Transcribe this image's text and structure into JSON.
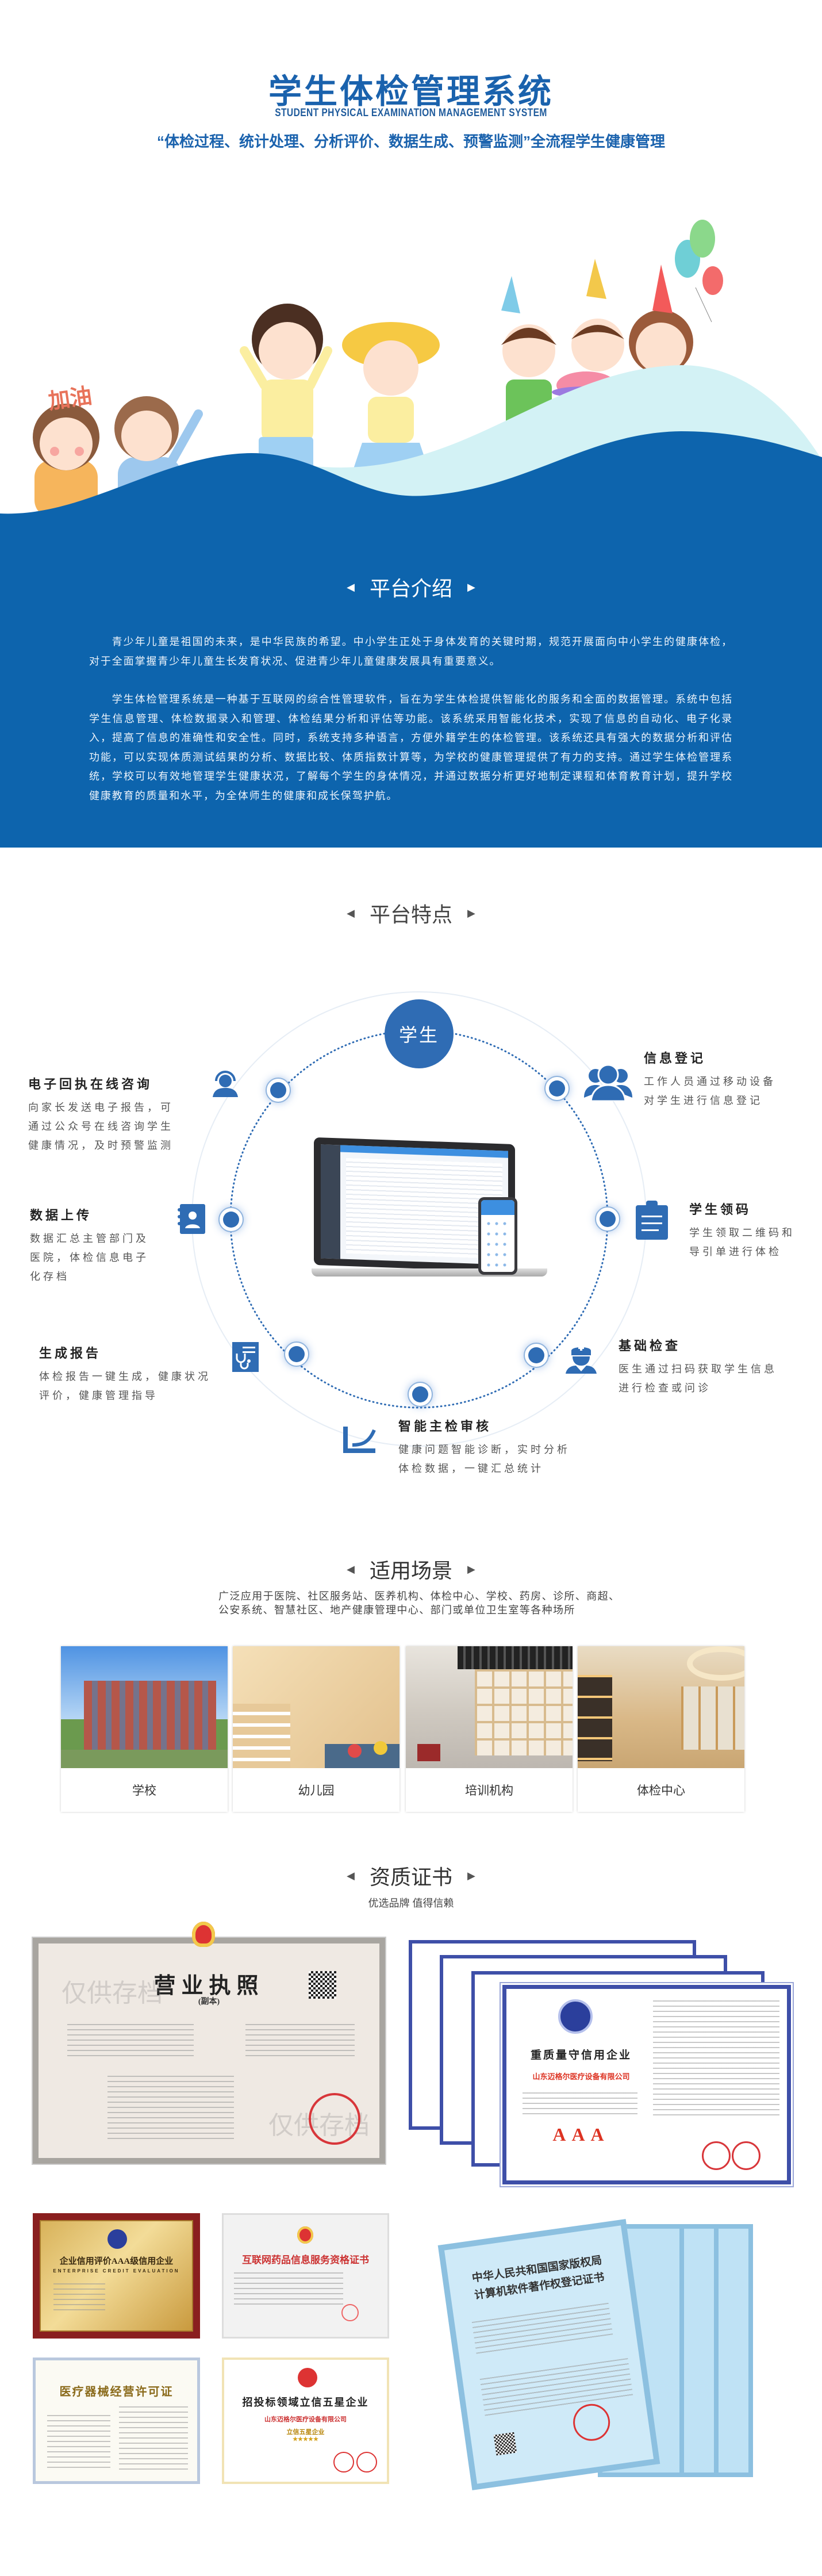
{
  "header": {
    "title": "学生体检管理系统",
    "subtitle_en": "STUDENT PHYSICAL EXAMINATION MANAGEMENT SYSTEM",
    "tagline": "“体检过程、统计处理、分析评价、数据生成、预警监测”全流程学生健康管理"
  },
  "hero": {
    "cheer_text": "加油"
  },
  "colors": {
    "primary": "#0d64ad",
    "icon_blue": "#2f6cb4",
    "wave_light": "#d3f2f5"
  },
  "intro": {
    "heading": "平台介绍",
    "paragraphs": [
      "青少年儿童是祖国的未来，是中华民族的希望。中小学生正处于身体发育的关键时期，规范开展面向中小学生的健康体检，对于全面掌握青少年儿童生长发育状况、促进青少年儿童健康发展具有重要意义。",
      "学生体检管理系统是一种基于互联网的综合性管理软件，旨在为学生体检提供智能化的服务和全面的数据管理。系统中包括学生信息管理、体检数据录入和管理、体检结果分析和评估等功能。该系统采用智能化技术，实现了信息的自动化、电子化录入，提高了信息的准确性和安全性。同时，系统支持多种语言，方便外籍学生的体检管理。该系统还具有强大的数据分析和评估功能，可以实现体质测试结果的分析、数据比较、体质指数计算等，为学校的健康管理提供了有力的支持。通过学生体检管理系统，学校可以有效地管理学生健康状况，了解每个学生的身体情况，并通过数据分析更好地制定课程和体育教育计划，提升学校健康教育的质量和水平，为全体师生的健康和成长保驾护航。"
    ]
  },
  "features": {
    "heading": "平台特点",
    "center_label": "学生",
    "items": [
      {
        "icon": "headset-icon",
        "title": "电子回执在线咨询",
        "lines": [
          "向家长发送电子报告，可",
          "通过公众号在线咨询学生",
          "健康情况，及时预警监测"
        ]
      },
      {
        "icon": "contact-book-icon",
        "title": "数据上传",
        "lines": [
          "数据汇总主管部门及",
          "医院，体检信息电子",
          "化存档"
        ]
      },
      {
        "icon": "stethoscope-icon",
        "title": "生成报告",
        "lines": [
          "体检报告一键生成，健康状况",
          "评价，健康管理指导"
        ]
      },
      {
        "icon": "chart-check-icon",
        "title": "智能主检审核",
        "lines": [
          "健康问题智能诊断，实时分析",
          "体检数据，一键汇总统计"
        ]
      },
      {
        "icon": "people-icon",
        "title": "信息登记",
        "lines": [
          "工作人员通过移动设备",
          "对学生进行信息登记"
        ]
      },
      {
        "icon": "clipboard-icon",
        "title": "学生领码",
        "lines": [
          "学生领取二维码和",
          "导引单进行体检"
        ]
      },
      {
        "icon": "nurse-icon",
        "title": "基础检查",
        "lines": [
          "医生通过扫码获取学生信息",
          "进行检查或问诊"
        ]
      }
    ]
  },
  "scenarios": {
    "heading": "适用场景",
    "lines": [
      "广泛应用于医院、社区服务站、医养机构、体检中心、学校、药房、诊所、商超、",
      "公安系统、智慧社区、地产健康管理中心、部门或单位卫生室等各种场所"
    ],
    "cards": [
      {
        "label": "学校"
      },
      {
        "label": "幼儿园"
      },
      {
        "label": "培训机构"
      },
      {
        "label": "体检中心"
      }
    ]
  },
  "certificates": {
    "heading": "资质证书",
    "subtitle": "优选品牌 值得信赖",
    "business_license": {
      "title": "营业执照",
      "copy": "(副本)",
      "watermark": "仅供存档"
    },
    "credit": {
      "title": "重质量守信用企业",
      "company": "山东迈格尔医疗设备有限公司",
      "rating": "AAA"
    },
    "plaque": {
      "title": "企业信用评价AAA级信用企业",
      "subtitle": "ENTERPRISE CREDIT EVALUATION"
    },
    "drug_info": {
      "title": "互联网药品信息服务资格证书"
    },
    "copyright": {
      "line1": "中华人民共和国国家版权局",
      "line2": "计算机软件著作权登记证书"
    },
    "device_license": {
      "title": "医疗器械经营许可证"
    },
    "five_star": {
      "title": "招投标领域立信五星企业",
      "company": "山东迈格尔医疗设备有限公司",
      "badge": "立信五星企业"
    }
  }
}
